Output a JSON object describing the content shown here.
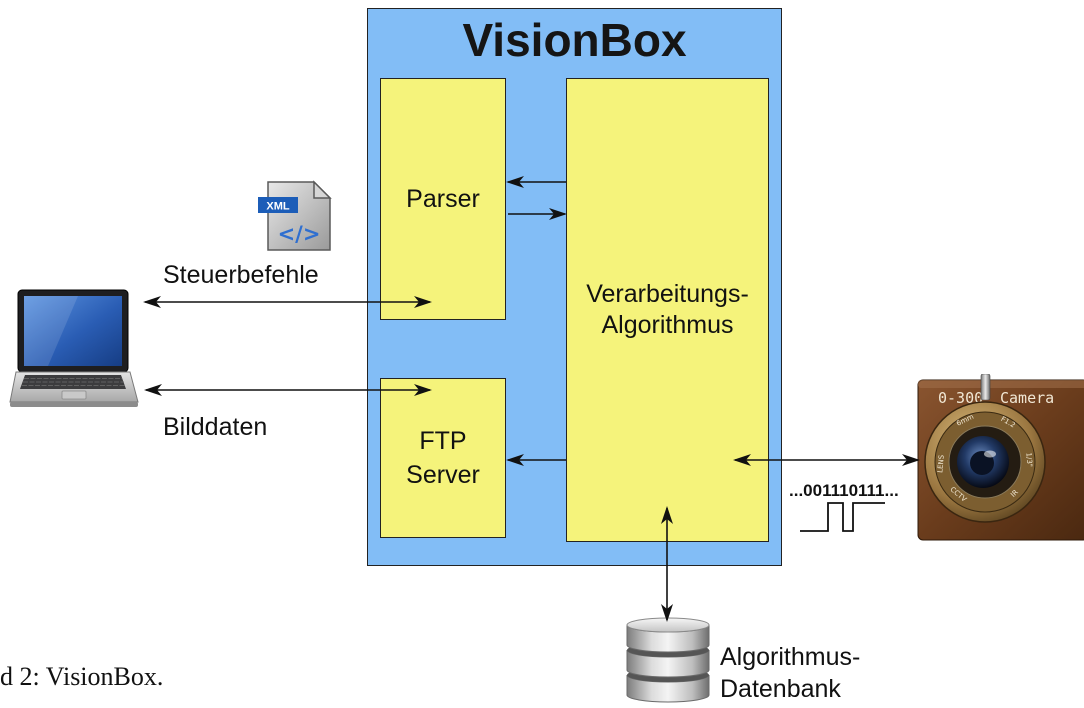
{
  "title": "VisionBox",
  "nodes": {
    "parser": {
      "label": "Parser"
    },
    "ftp_server": {
      "lines": [
        "FTP",
        "Server"
      ]
    },
    "algorithm": {
      "lines": [
        "Verarbeitungs-",
        "Algorithmus"
      ]
    }
  },
  "labels": {
    "control_commands": "Steuerbefehle",
    "image_data": "Bilddaten",
    "database": [
      "Algorithmus-",
      "Datenbank"
    ],
    "bitstream": "...001110111..."
  },
  "icons": {
    "xml": {
      "icon": "xml-file-icon",
      "tag": "XML",
      "symbol": "</>"
    },
    "laptop": {
      "icon": "laptop-icon"
    },
    "camera": {
      "icon": "camera-icon",
      "model": "0-300",
      "brand": "Camera",
      "lens_markings": [
        "6mm",
        "F1.2",
        "1/3\"",
        "IR",
        "CCTV",
        "LENS"
      ]
    },
    "database": {
      "icon": "database-icon"
    },
    "signal": {
      "icon": "square-wave-icon"
    }
  },
  "caption": "d 2: VisionBox.",
  "colors": {
    "container": "#82bdf6",
    "box": "#f5f37b",
    "stroke": "#222222"
  }
}
